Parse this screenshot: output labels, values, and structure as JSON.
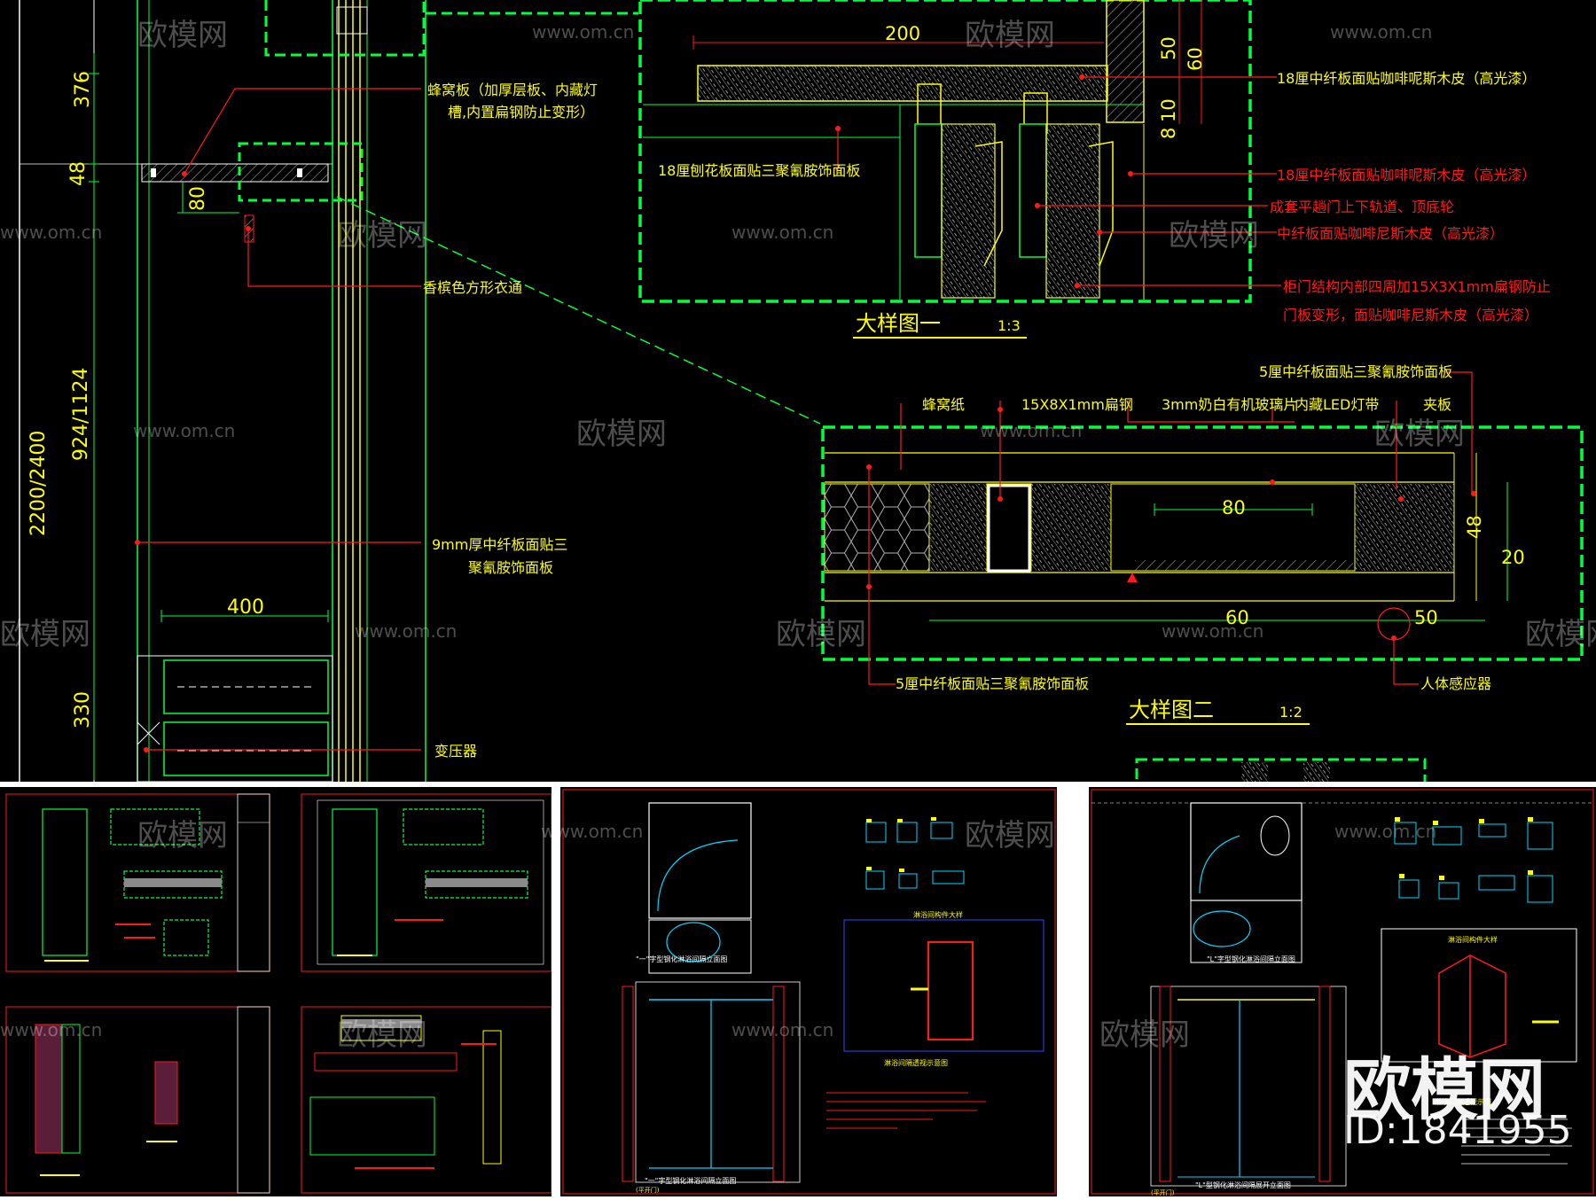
{
  "colors": {
    "bg": "#000000",
    "green": "#00ff3c",
    "yellow": "#ffff00",
    "red": "#ff1a1a",
    "white": "#ffffff",
    "cyan": "#00d8ff",
    "hatch": "#8a8a8a"
  },
  "top_left": {
    "dims": {
      "d376": "376",
      "d48": "48",
      "d80": "80",
      "d924": "924/1124",
      "d2200": "2200/2400",
      "d400": "400",
      "d330": "330"
    },
    "labels": {
      "honeycomb_board_1": "蜂窝板（加厚层板、内藏灯",
      "honeycomb_board_2": "槽,内置扁钢防止变形）",
      "wardrobe_rod": "香槟色方形衣通",
      "panel9_1": "9mm厚中纤板面贴三",
      "panel9_2": "聚氰胺饰面板",
      "transformer": "变压器"
    }
  },
  "detail1": {
    "dims": {
      "d200": "200",
      "d50": "50",
      "d60": "60",
      "d8": "8",
      "d10": "10"
    },
    "labels": {
      "left_board": "18厘刨花板面贴三聚氰胺饰面板",
      "r1": "18厘中纤板面贴咖啡呢斯木皮（高光漆）",
      "r2": "18厘中纤板面贴咖啡呢斯木皮（高光漆）",
      "r3": "成套平趟门上下轨道、顶底轮",
      "r4": "中纤板面贴咖啡尼斯木皮（高光漆）",
      "r5a": "柜门结构内部四周加15X3X1mm扁钢防止",
      "r5b": "门板变形，面贴咖啡尼斯木皮（高光漆）"
    },
    "title": "大样图一",
    "scale": "1:3"
  },
  "detail2": {
    "labels": {
      "top": "5厘中纤板面贴三聚氰胺饰面板",
      "honeycomb_paper": "蜂窝纸",
      "flat_steel": "15X8X1mm扁钢",
      "acrylic": "3mm奶白有机玻璃片",
      "led": "内藏LED灯带",
      "plywood": "夹板",
      "bottom": "5厘中纤板面贴三聚氰胺饰面板",
      "sensor": "人体感应器"
    },
    "dims": {
      "d80": "80",
      "d48": "48",
      "d20": "20",
      "d60": "60",
      "d50": "50"
    },
    "title": "大样图二",
    "scale": "1:2"
  },
  "thumb_mid": {
    "title_a": "\"一\"字型钢化淋浴间隔立面图",
    "title_b": "淋浴间构件大样",
    "title_c": "淋浴间隔透视示意图",
    "title_d": "\"一\"字型钢化淋浴间隔立面图",
    "sub": "(平开门)"
  },
  "thumb_right": {
    "title_a": "\"L\"字型钢化淋浴间隔立面图",
    "title_b": "淋浴间构件大样",
    "title_c": "淋浴间隔透视示图",
    "title_d": "\"L\"型钢化淋浴间隔展开立面图",
    "sub": "(平开门)"
  },
  "watermark": {
    "brand": "欧模网",
    "url": "www.om.cn",
    "id_text": "ID:1841955"
  }
}
